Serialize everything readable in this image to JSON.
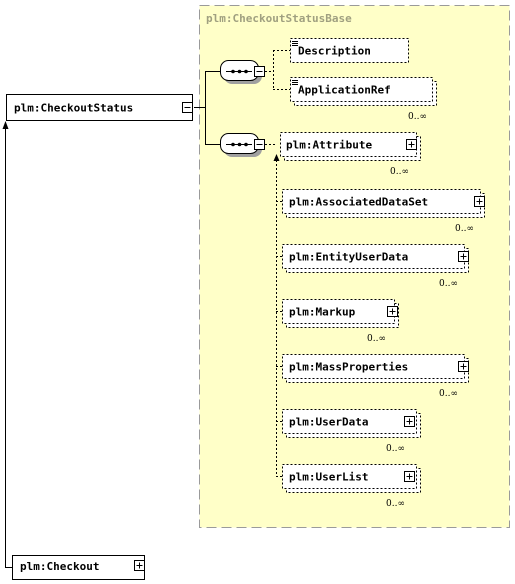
{
  "root": {
    "label": "plm:CheckoutStatus"
  },
  "base_type": {
    "label": "plm:CheckoutStatusBase"
  },
  "derived": {
    "label": "plm:Checkout"
  },
  "first_sequence": [
    {
      "label": "Description",
      "cardinality": ""
    },
    {
      "label": "ApplicationRef",
      "cardinality": "0..∞"
    }
  ],
  "second_sequence": [
    {
      "label": "plm:Attribute",
      "cardinality": "0..∞"
    },
    {
      "label": "plm:AssociatedDataSet",
      "cardinality": "0..∞"
    },
    {
      "label": "plm:EntityUserData",
      "cardinality": "0..∞"
    },
    {
      "label": "plm:Markup",
      "cardinality": "0..∞"
    },
    {
      "label": "plm:MassProperties",
      "cardinality": "0..∞"
    },
    {
      "label": "plm:UserData",
      "cardinality": "0..∞"
    },
    {
      "label": "plm:UserList",
      "cardinality": "0..∞"
    }
  ]
}
